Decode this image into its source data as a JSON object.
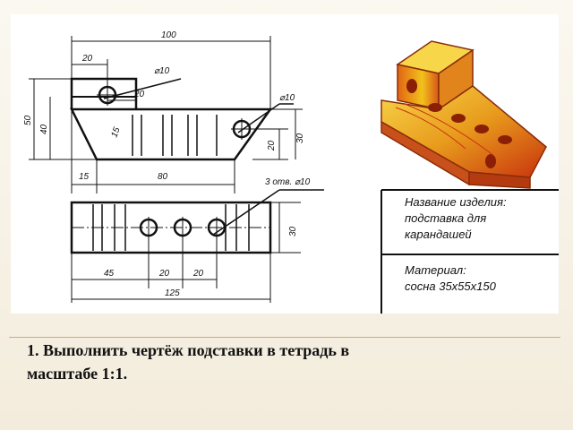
{
  "drawing": {
    "dimensions": {
      "overall_length": "100",
      "top_offset": "20",
      "hole_diameter_top": "⌀10",
      "hole_offset": "20",
      "hole_diameter_right": "⌀10",
      "height_total": "50",
      "height_inner": "40",
      "depth_15": "15",
      "right_height_20": "20",
      "right_height_30": "30",
      "base_15": "15",
      "base_80": "80",
      "holes_note": "3 отв. ⌀10",
      "plan_width_30": "30",
      "plan_45": "45",
      "plan_20a": "20",
      "plan_20b": "20",
      "plan_total_125": "125"
    }
  },
  "title_block": {
    "name_label": "Название изделия:",
    "name_value_line1": "подставка для",
    "name_value_line2": "карандашей",
    "material_label": "Материал:",
    "material_value": "сосна   35х55х150"
  },
  "caption": {
    "line1": "1. Выполнить чертёж подставки в тетрадь в",
    "line2": "масштабе 1:1."
  },
  "colors": {
    "line": "#111111",
    "wood_light": "#f2c21b",
    "wood_dark": "#c8320e"
  }
}
